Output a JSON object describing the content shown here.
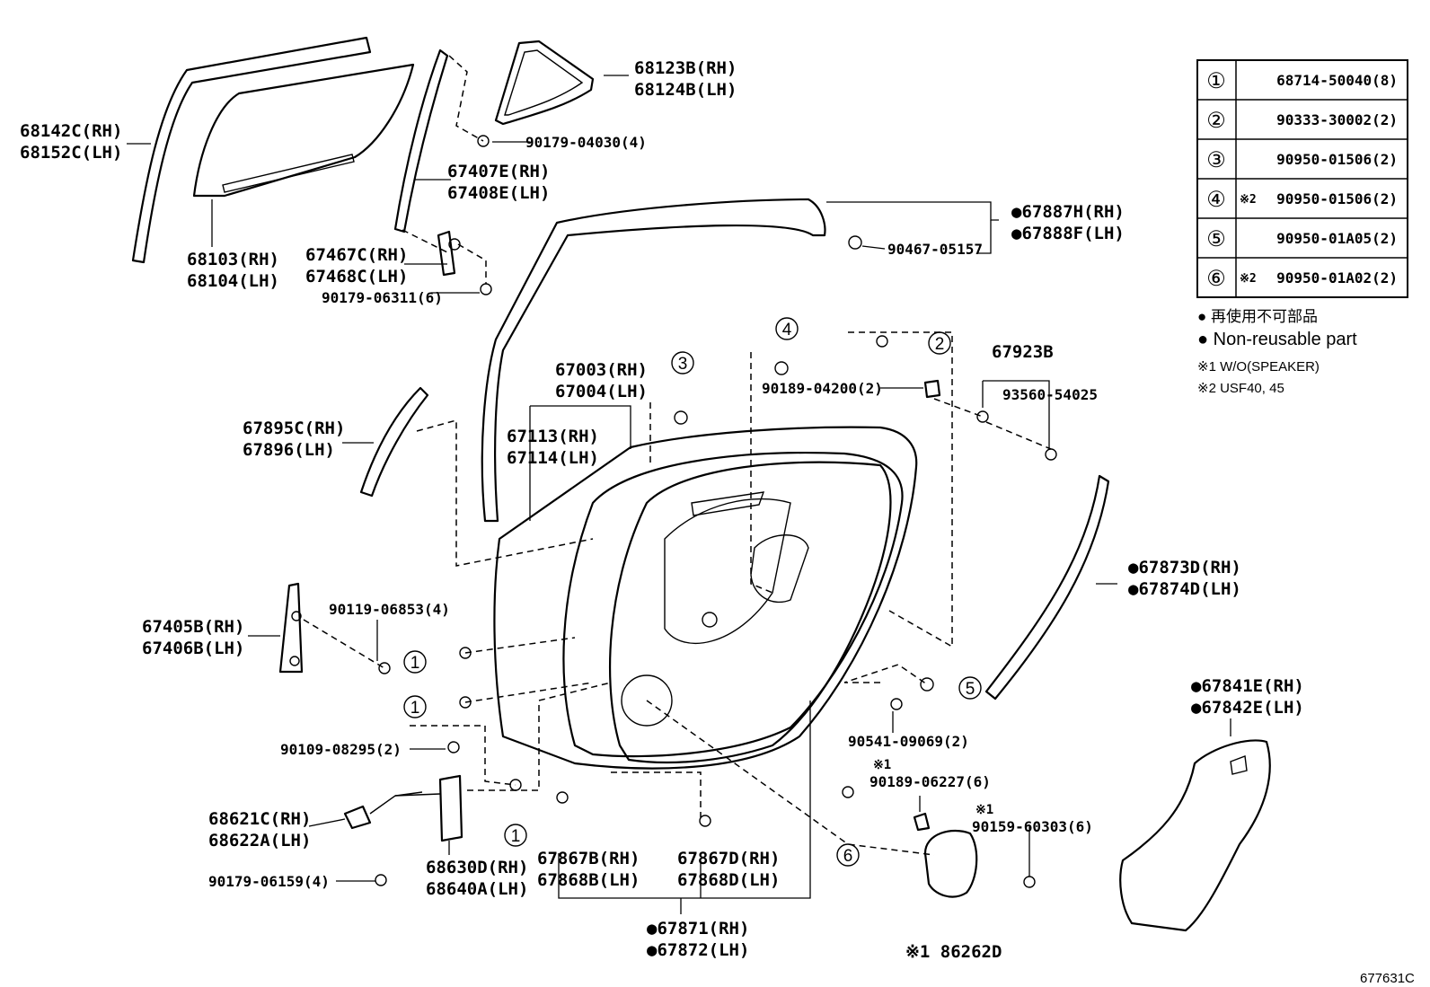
{
  "labels": {
    "glass_run_upper": [
      "68142C(RH)",
      "68152C(LH)"
    ],
    "glass": [
      "68103(RH)",
      "68104(LH)"
    ],
    "channel_front": [
      "67407E(RH)",
      "67408E(LH)"
    ],
    "quarter_glass": [
      "68123B(RH)",
      "68124B(LH)"
    ],
    "nut_04030": "90179-04030(4)",
    "bracket_67467": [
      "67467C(RH)",
      "67468C(LH)"
    ],
    "nut_06311": "90179-06311(6)",
    "weatherstrip_upper": [
      "●67887H(RH)",
      "●67888F(LH)"
    ],
    "clip_05157": "90467-05157",
    "frame_moulding": [
      "67895C(RH)",
      "67896(LH)"
    ],
    "panel": [
      "67003(RH)",
      "67004(LH)"
    ],
    "panel_sub": [
      "67113(RH)",
      "67114(LH)"
    ],
    "screw_04200": "90189-04200(2)",
    "part_67923B": "67923B",
    "part_93560": "93560-54025",
    "seal_side": [
      "●67873D(RH)",
      "●67874D(LH)"
    ],
    "channel_lower": [
      "67405B(RH)",
      "67406B(LH)"
    ],
    "bolt_06853": "90119-06853(4)",
    "bolt_08295": "90109-08295(2)",
    "check": [
      "68621C(RH)",
      "68622A(LH)"
    ],
    "nut_06159": "90179-06159(4)",
    "hinge": [
      "68630D(RH)",
      "68640A(LH)"
    ],
    "seal_b": [
      "67867B(RH)",
      "67868B(LH)"
    ],
    "seal_d": [
      "67867D(RH)",
      "67868D(LH)"
    ],
    "weatherstrip_main": [
      "●67871(RH)",
      "●67872(LH)"
    ],
    "clip_09069": "90541-09069(2)",
    "note1_a": "※1",
    "screw_06227": "90189-06227(6)",
    "note1_b": "※1",
    "screw_60303": "90159-60303(6)",
    "speaker": "※1 86262D",
    "service_cover": [
      "●67841E(RH)",
      "●67842E(LH)"
    ],
    "diagram_id": "677631C"
  },
  "callouts": [
    "1",
    "2",
    "3",
    "4",
    "5",
    "6"
  ],
  "table": [
    {
      "no": "①",
      "note": "",
      "part": "68714-50040(8)"
    },
    {
      "no": "②",
      "note": "",
      "part": "90333-30002(2)"
    },
    {
      "no": "③",
      "note": "",
      "part": "90950-01506(2)"
    },
    {
      "no": "④",
      "note": "※2",
      "part": "90950-01506(2)"
    },
    {
      "no": "⑤",
      "note": "",
      "part": "90950-01A05(2)"
    },
    {
      "no": "⑥",
      "note": "※2",
      "part": "90950-01A02(2)"
    }
  ],
  "legend": {
    "jp": "● 再使用不可部品",
    "en": "● Non-reusable part",
    "note1": "※1 W/O(SPEAKER)",
    "note2": "※2 USF40, 45"
  }
}
